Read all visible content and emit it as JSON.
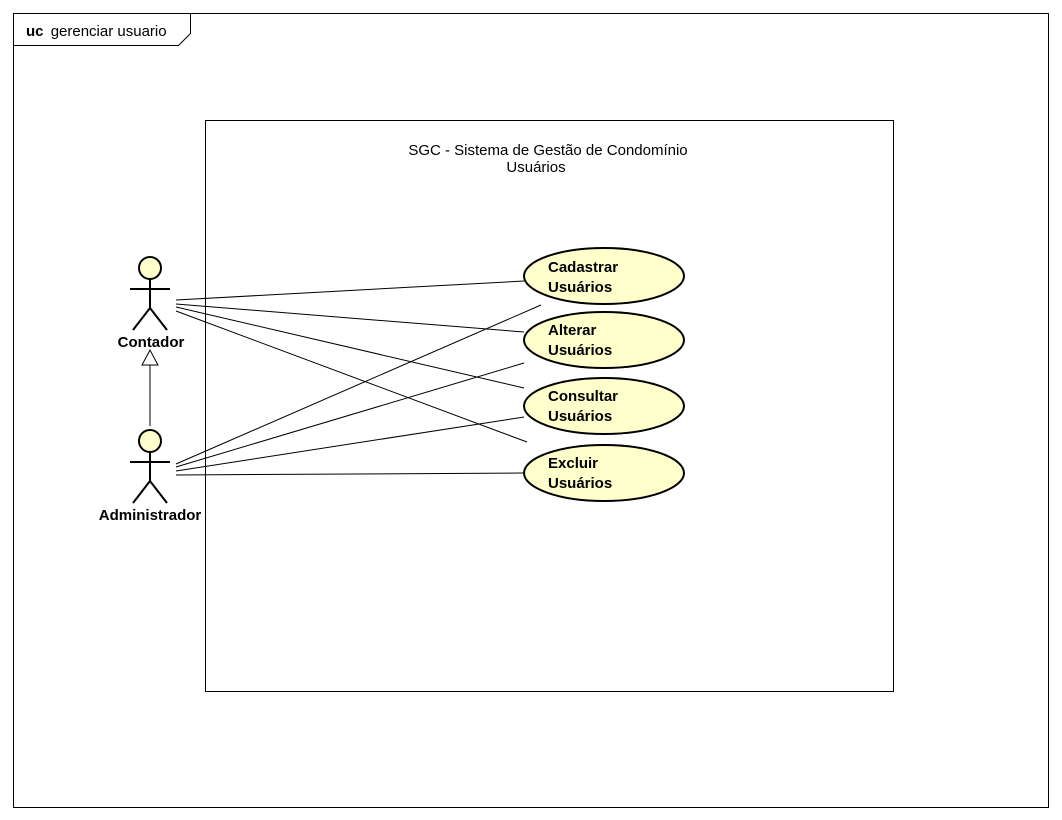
{
  "frame": {
    "keyword": "uc",
    "name": "gerenciar usuario"
  },
  "system": {
    "title": "SGC - Sistema de Gestão de Condomínio",
    "subtitle": "Usuários"
  },
  "actors": [
    {
      "id": "contador",
      "label": "Contador"
    },
    {
      "id": "administrador",
      "label": "Administrador"
    }
  ],
  "use_cases": [
    {
      "id": "cadastrar",
      "line1": "Cadastrar",
      "line2": "Usuários"
    },
    {
      "id": "alterar",
      "line1": "Alterar",
      "line2": "Usuários"
    },
    {
      "id": "consultar",
      "line1": "Consultar",
      "line2": "Usuários"
    },
    {
      "id": "excluir",
      "line1": "Excluir",
      "line2": "Usuários"
    }
  ],
  "generalization": {
    "child": "administrador",
    "parent": "contador"
  },
  "associations": [
    [
      "contador",
      "cadastrar"
    ],
    [
      "contador",
      "alterar"
    ],
    [
      "contador",
      "consultar"
    ],
    [
      "contador",
      "excluir"
    ],
    [
      "administrador",
      "cadastrar"
    ],
    [
      "administrador",
      "alterar"
    ],
    [
      "administrador",
      "consultar"
    ],
    [
      "administrador",
      "excluir"
    ]
  ],
  "colors": {
    "use_case_fill": "#ffffcc",
    "actor_head_fill": "#ffffcc",
    "stroke": "#000000"
  }
}
